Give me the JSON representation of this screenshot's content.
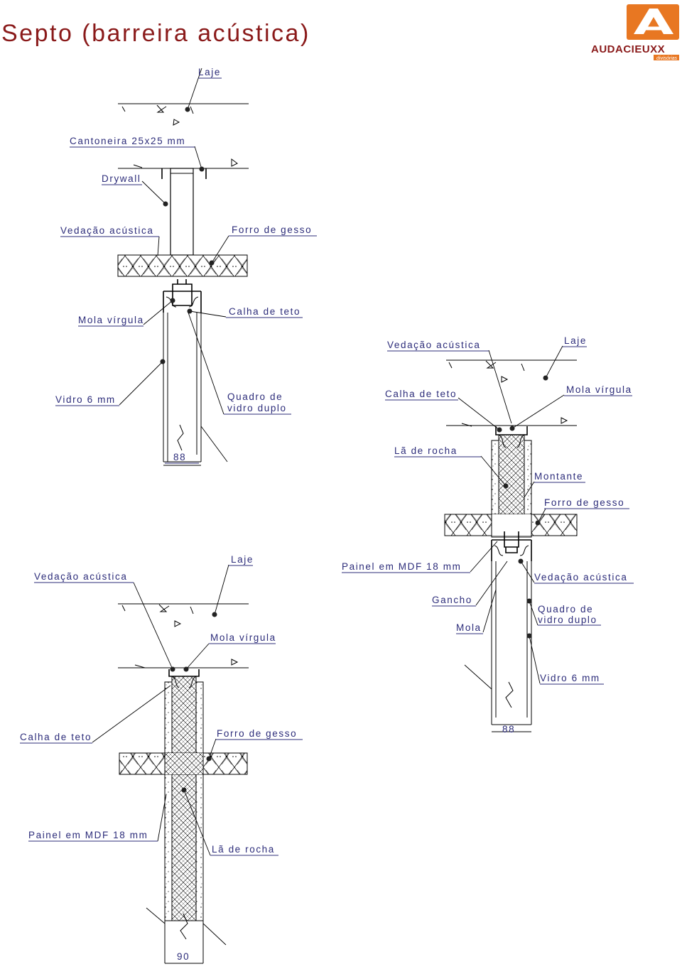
{
  "page": {
    "title": "Septo (barreira acústica)"
  },
  "logo": {
    "brand_text": "AUDACIEUXX",
    "sub_text": "divisórias",
    "accent_color": "#e87722",
    "brand_color": "#8a1a1a"
  },
  "detail1": {
    "label_laje": "Laje",
    "label_cantoneira": "Cantoneira 25x25 mm",
    "label_drywall": "Drywall",
    "label_vedacao": "Vedação acústica",
    "label_forro": "Forro de gesso",
    "label_mola": "Mola vírgula",
    "label_calha": "Calha de teto",
    "label_vidro": "Vidro 6 mm",
    "label_quadro_1": "Quadro de",
    "label_quadro_2": "vidro duplo",
    "dimension": "88"
  },
  "detail2": {
    "label_vedacao": "Vedação acústica",
    "label_laje": "Laje",
    "label_calha": "Calha de teto",
    "label_mola": "Mola vírgula",
    "label_la": "Lã de rocha",
    "label_montante": "Montante",
    "label_forro": "Forro de gesso",
    "label_painel": "Painel em MDF 18 mm",
    "label_vedacao2": "Vedação acústica",
    "label_gancho": "Gancho",
    "label_quadro_1": "Quadro de",
    "label_quadro_2": "vidro duplo",
    "label_mola2": "Mola",
    "label_vidro": "Vidro 6 mm",
    "dimension": "88"
  },
  "detail3": {
    "label_vedacao": "Vedação acústica",
    "label_laje": "Laje",
    "label_mola": "Mola vírgula",
    "label_calha": "Calha de teto",
    "label_forro": "Forro de gesso",
    "label_painel": "Painel em MDF 18 mm",
    "label_la": "Lã de rocha",
    "dimension": "90"
  }
}
